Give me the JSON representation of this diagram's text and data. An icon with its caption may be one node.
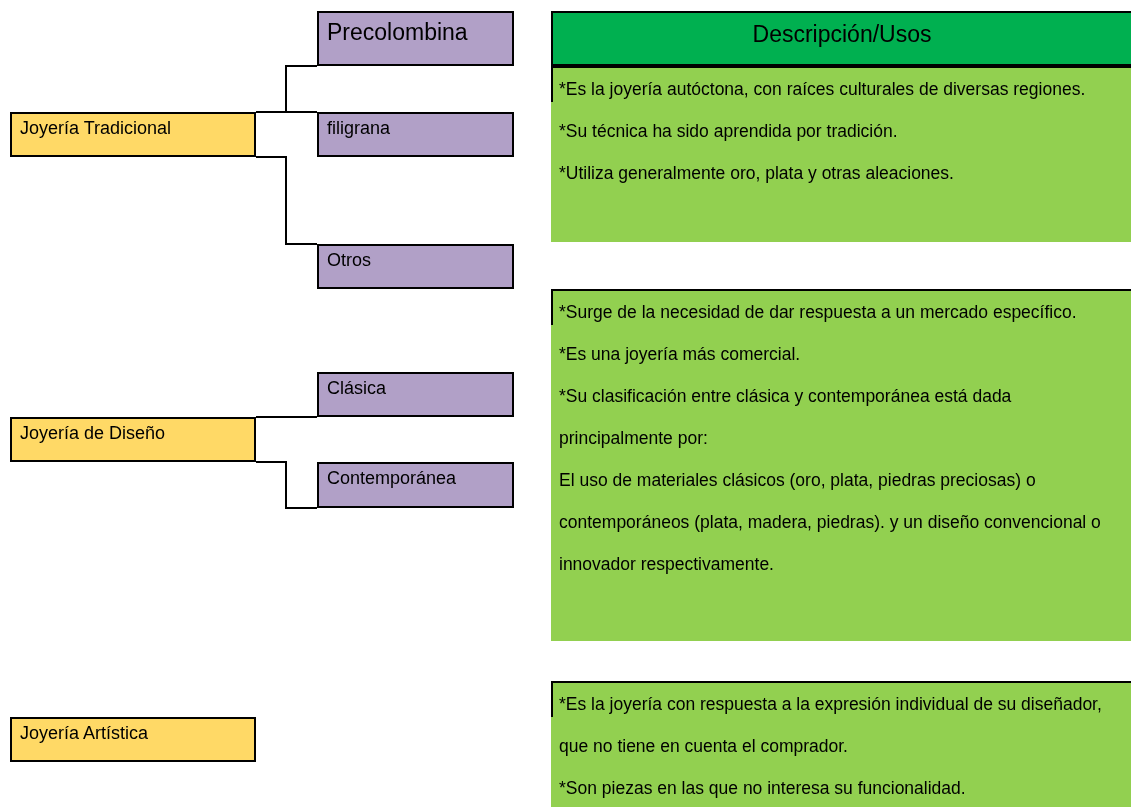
{
  "diagram": {
    "nodes": [
      {
        "text": [
          "Joyería Tradicional"
        ]
      },
      {
        "text": [
          "Precolombina"
        ]
      },
      {
        "text": [
          "filigrana"
        ]
      },
      {
        "text": [
          "Otros"
        ]
      },
      {
        "text": [
          "Descripción/Usos"
        ]
      },
      {
        "text": [
          "*Es la joyería autóctona, con raíces culturales de diversas regiones.",
          "*Su técnica ha sido aprendida por tradición.",
          "*Utiliza generalmente oro, plata y otras aleaciones."
        ]
      },
      {
        "text": [
          "Joyería de Diseño"
        ]
      },
      {
        "text": [
          "Clásica"
        ]
      },
      {
        "text": [
          "Contemporánea"
        ]
      },
      {
        "text": [
          "*Surge de la necesidad de dar respuesta a un mercado específico.",
          "*Es una joyería más comercial.",
          "*Su clasificación entre clásica y contemporánea está dada principalmente por:",
          "El uso de materiales clásicos (oro, plata, piedras preciosas) o contemporáneos (plata, madera, piedras). y un diseño convencional o innovador respectivamente."
        ]
      },
      {
        "text": [
          "Joyería Artística"
        ]
      },
      {
        "text": [
          "*Es la joyería con respuesta a la expresión individual de su diseñador, que no tiene en cuenta el comprador.",
          "*Son piezas en las que no interesa su funcionalidad."
        ]
      }
    ],
    "edges": [
      {
        "from": 0,
        "to": 1,
        "arrow": "none"
      },
      {
        "from": 0,
        "to": 2,
        "arrow": "none"
      },
      {
        "from": 0,
        "to": 3,
        "arrow": "none"
      },
      {
        "from": 6,
        "to": 7,
        "arrow": "none"
      },
      {
        "from": 6,
        "to": 8,
        "arrow": "none"
      }
    ]
  }
}
